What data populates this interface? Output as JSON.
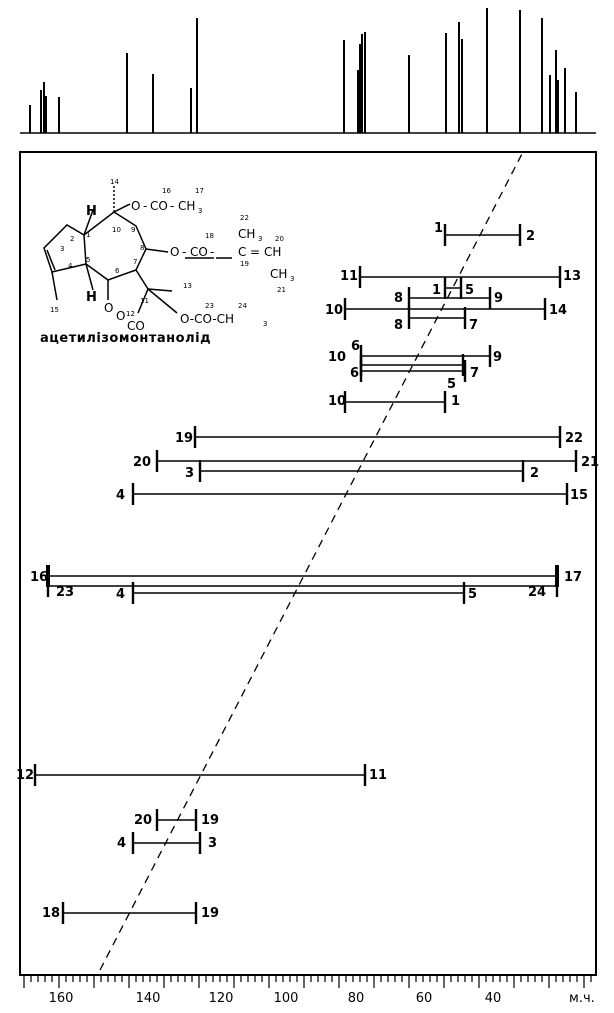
{
  "compound_name": "ацетилізомонтанолід",
  "axis": {
    "ticks": [
      "160",
      "140",
      "120",
      "100",
      "80",
      "60",
      "40"
    ],
    "unit": "м.ч."
  },
  "structure": {
    "atoms": [
      "H",
      "H",
      "O",
      "O",
      "CO",
      "O",
      "CO",
      "CH",
      "CH",
      "CO",
      "O",
      "CO",
      "CH",
      "CH"
    ],
    "numbers": [
      "1",
      "2",
      "3",
      "4",
      "5",
      "6",
      "7",
      "8",
      "9",
      "10",
      "11",
      "12",
      "13",
      "14",
      "15",
      "16",
      "17",
      "18",
      "19",
      "20",
      "21",
      "22",
      "23",
      "24"
    ],
    "subscripts": [
      "3",
      "3",
      "3",
      "3"
    ],
    "eq": "=",
    "dash": "—",
    "c": "C"
  },
  "correlations": [
    {
      "l": "1",
      "r": "2"
    },
    {
      "l": "11",
      "r": "13"
    },
    {
      "l": "1",
      "r": "5"
    },
    {
      "l": "10",
      "r": "14"
    },
    {
      "l": "8",
      "r": "9"
    },
    {
      "l": "8",
      "r": "7"
    },
    {
      "l": "10",
      "r": "9"
    },
    {
      "l": "6",
      "r": "5"
    },
    {
      "l": "6",
      "r": "7"
    },
    {
      "l": "10",
      "r": "1"
    },
    {
      "l": "19",
      "r": "22"
    },
    {
      "l": "20",
      "r": "21"
    },
    {
      "l": "3",
      "r": "2"
    },
    {
      "l": "4",
      "r": "15"
    },
    {
      "l": "16",
      "r": "17"
    },
    {
      "l": "23",
      "r": "24"
    },
    {
      "l": "4",
      "r": "5"
    },
    {
      "l": "12",
      "r": "11"
    },
    {
      "l": "20",
      "r": "19"
    },
    {
      "l": "4",
      "r": "3"
    },
    {
      "l": "18",
      "r": "19"
    }
  ]
}
